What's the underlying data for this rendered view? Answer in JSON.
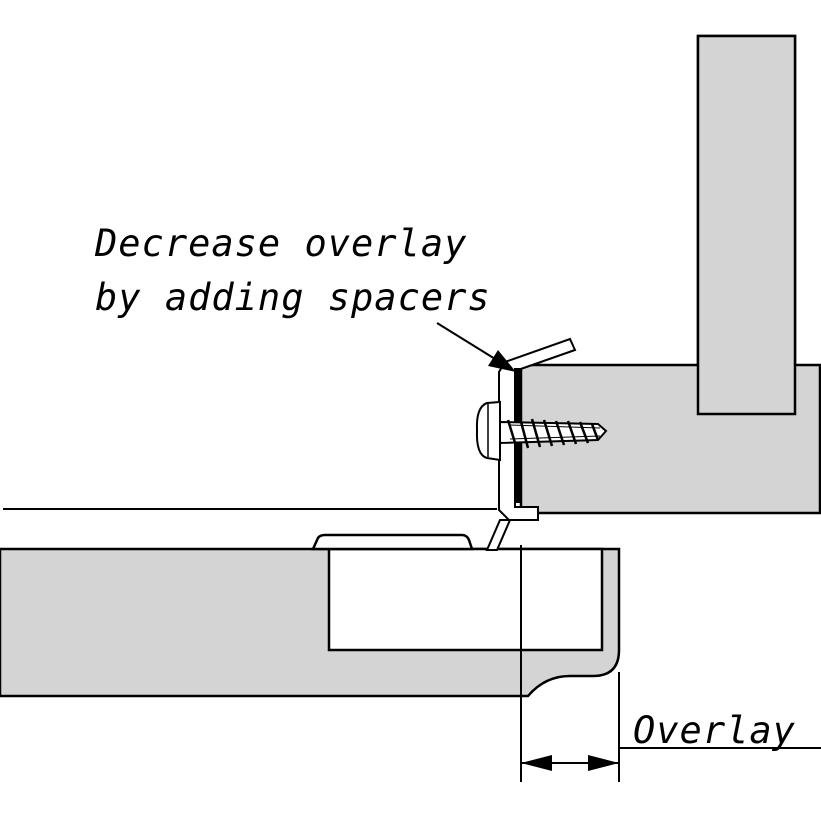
{
  "annotation": {
    "line1": "Decrease overlay",
    "line2": "by adding spacers"
  },
  "dimension": {
    "label": "Overlay"
  },
  "colors": {
    "panel_fill": "#d4d4d4",
    "stroke": "#000000",
    "background": "#ffffff",
    "spacer": "#000000"
  }
}
